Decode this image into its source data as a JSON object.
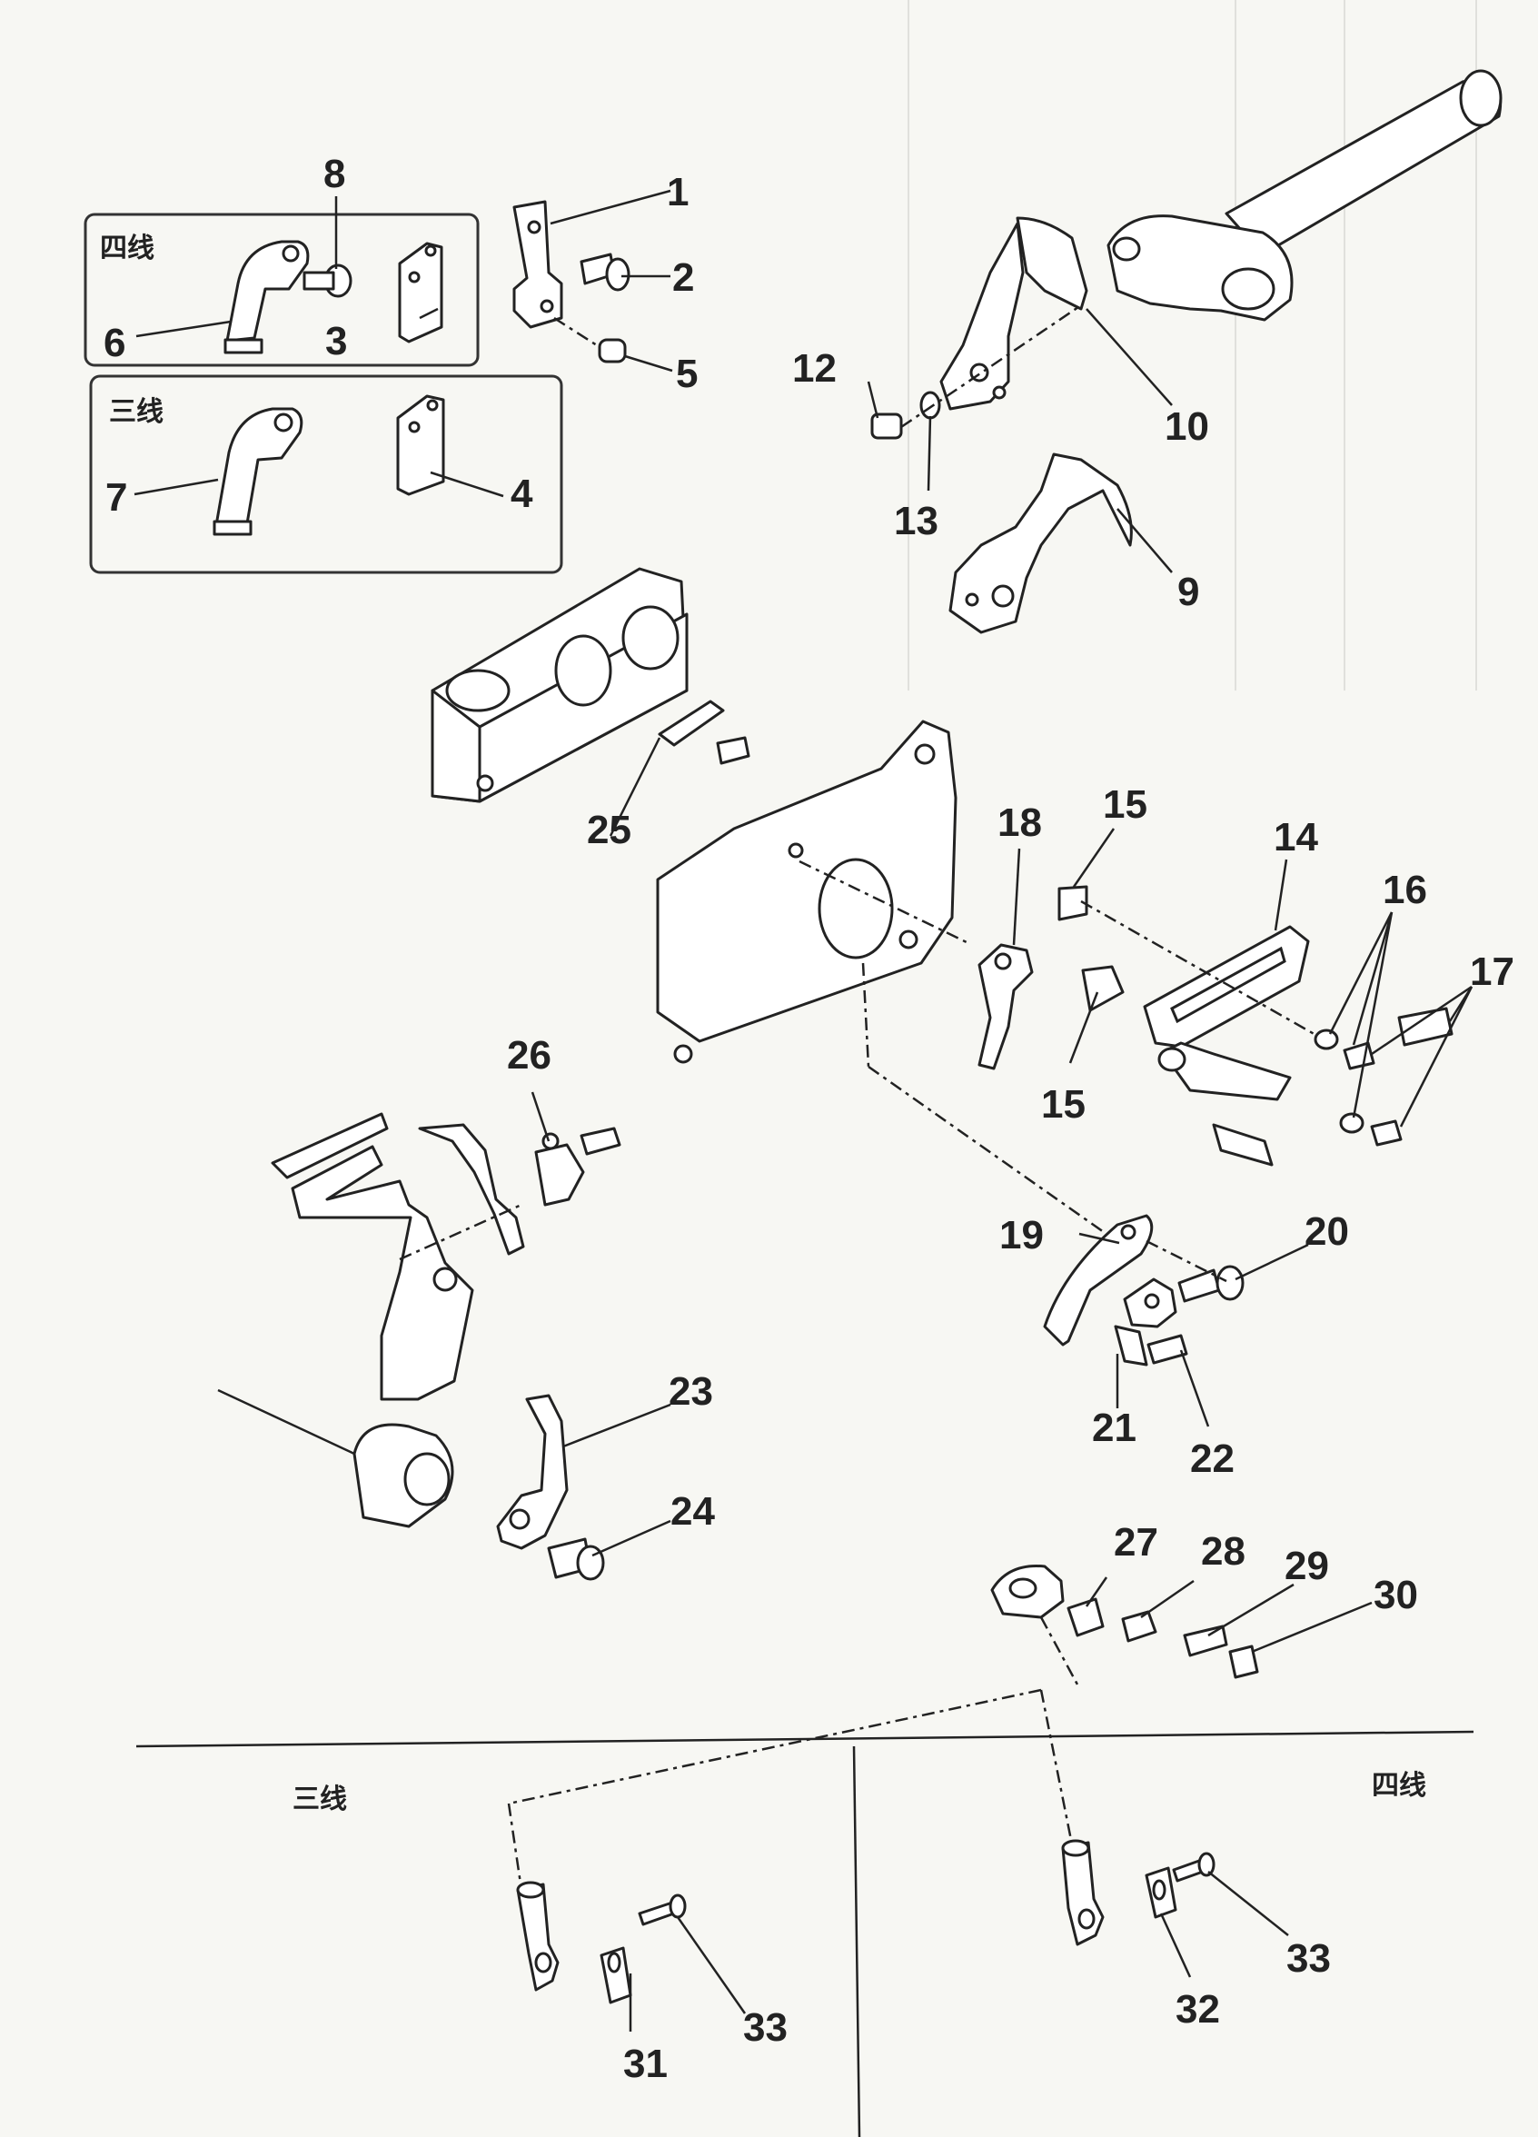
{
  "group_labels": {
    "box_four_thread": "四线",
    "box_three_thread": "三线",
    "section_three_thread": "三线",
    "section_four_thread": "四线"
  },
  "callouts": {
    "p1": "1",
    "p2": "2",
    "p3": "3",
    "p4": "4",
    "p5": "5",
    "p6": "6",
    "p7": "7",
    "p8": "8",
    "p9": "9",
    "p10": "10",
    "p12": "12",
    "p13": "13",
    "p14": "14",
    "p15a": "15",
    "p15b": "15",
    "p16": "16",
    "p17": "17",
    "p18": "18",
    "p19": "19",
    "p20": "20",
    "p21": "21",
    "p22": "22",
    "p23": "23",
    "p24": "24",
    "p25": "25",
    "p26": "26",
    "p27": "27",
    "p28": "28",
    "p29": "29",
    "p30": "30",
    "p31": "31",
    "p32": "32",
    "p33a": "33",
    "p33b": "33"
  }
}
